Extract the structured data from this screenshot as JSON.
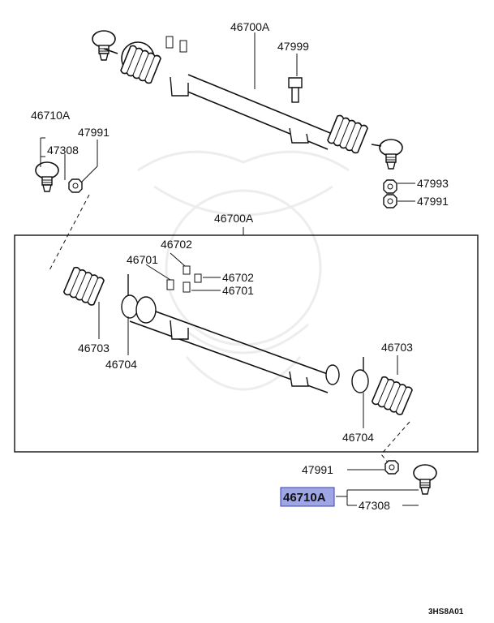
{
  "labels": {
    "top_rack": "46700A",
    "top_bolt": "47999",
    "left_end": "46710A",
    "left_stud": "47308",
    "left_nut": "47991",
    "right_washer": "47993",
    "right_nut": "47991",
    "box_rack": "46700A",
    "fit_a1": "46702",
    "fit_b1": "46701",
    "fit_a2": "46702",
    "fit_b2": "46701",
    "boot_l": "46703",
    "clamp_l": "46704",
    "boot_r": "46703",
    "clamp_r": "46704",
    "bot_nut": "47991",
    "bot_end": "46710A",
    "bot_stud": "47308",
    "diagram_code": "3HS8A01"
  },
  "highlight_color": "#9fa6e6"
}
